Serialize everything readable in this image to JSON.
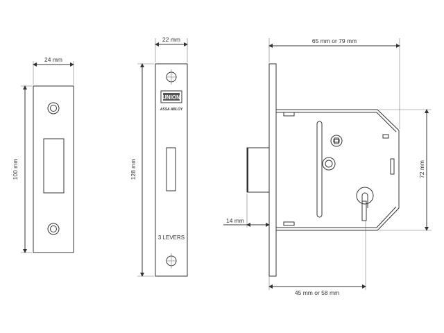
{
  "strike_plate": {
    "width_label": "24 mm",
    "height_label": "100 mm"
  },
  "forend": {
    "width_label": "22 mm",
    "height_label": "128 mm",
    "brand": "UNION",
    "maker": "ASSA ABLOY",
    "levers_label": "3 LEVERS"
  },
  "side_view": {
    "depth_label": "65 mm or 79 mm",
    "case_height_label": "72 mm",
    "bolt_throw_label": "14 mm",
    "backset_label": "45 mm or 58 mm"
  }
}
